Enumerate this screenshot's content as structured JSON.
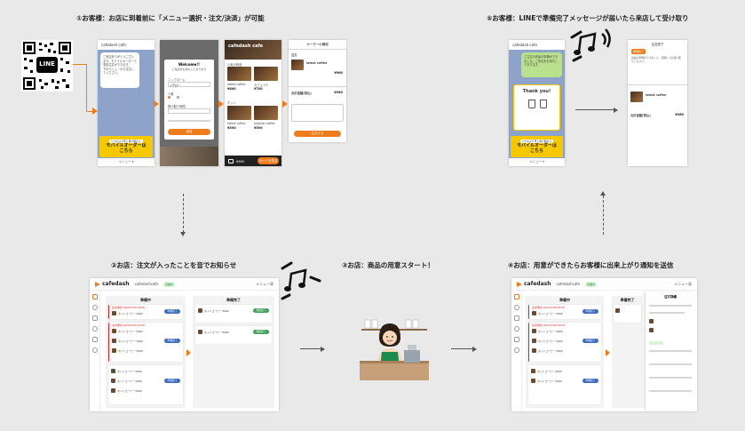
{
  "steps": {
    "s1": "①お客様：お店に到着前に「メニュー選択・注文/決済」が可能",
    "s2": "②お店：注文が入ったことを音でお知らせ",
    "s3": "③お店：商品の用意スタート！",
    "s4": "④お店：用意ができたらお客様に出来上がり通知を送信",
    "s5": "⑤お客様：LINEで準備完了メッセージが届いたら来店して受け取り"
  },
  "qr": {
    "label": "LINE"
  },
  "line": {
    "account": "cafedash cafe",
    "banner_top": "いつもより早く受け取れる",
    "banner_main": "モバイルオーダーは\nこちら",
    "bottom_menu": "メニュー ▾",
    "thank_you": "Thank you!"
  },
  "modal": {
    "welcome": "Welcome!!",
    "intro": "ご来店をお待ちしております",
    "name_label": "ニックネーム",
    "name_value": "イチロー",
    "count_label": "人数",
    "time_label": "受け取り時間",
    "submit": "送信"
  },
  "menu_screen": {
    "shop_name": "cafedash cafe",
    "section_popular": "人気の商品",
    "items": [
      {
        "name": "latest coffee",
        "price": "¥600"
      },
      {
        "name": "カフェラテ",
        "price": "¥700"
      },
      {
        "name": "latest coffee",
        "price": "¥500"
      },
      {
        "name": "original coffee",
        "price": "¥500"
      }
    ],
    "section_hot": "ホット",
    "cart_price": "¥960",
    "cart_btn": "カートを見る"
  },
  "cart_screen": {
    "header": "オーダーの確認",
    "section": "注文",
    "item": "latest coffee",
    "item_price": "¥960",
    "total_label": "合計金額(税込)",
    "total": "¥960",
    "pay_btn": "注文する"
  },
  "done_screen": {
    "header": "注文完了",
    "badge": "準備完了",
    "item": "latest coffee",
    "total_label": "合計金額(税込)",
    "total": "¥960"
  },
  "dashboard": {
    "brand": "cafedash",
    "store": "cafedashcafe",
    "status": "営業中",
    "menu": "メニュー表",
    "col_new": "準備中",
    "col_done": "準備完了",
    "order_tag": "注文時間 2022/03/02 08:30",
    "btn_ready": "準備完了",
    "btn_receive": "受取完了",
    "item_line": "ホットコーヒー ¥400"
  },
  "dashboard2": {
    "panel_title": "注文詳細"
  }
}
